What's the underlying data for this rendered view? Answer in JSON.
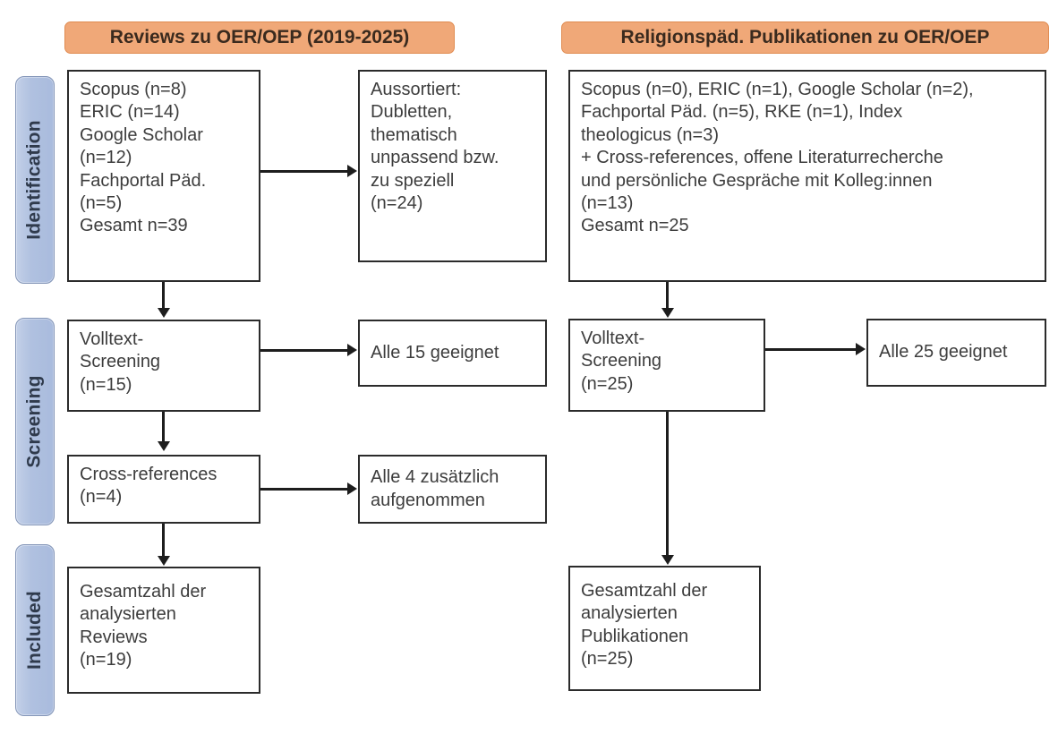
{
  "columns": [
    {
      "id": "reviews",
      "header": "Reviews zu OER/OEP (2019-2025)"
    },
    {
      "id": "religionspaed",
      "header": "Religionspäd. Publikationen zu OER/OEP"
    }
  ],
  "stages": [
    {
      "id": "identification",
      "label": "Identification"
    },
    {
      "id": "screening",
      "label": "Screening"
    },
    {
      "id": "included",
      "label": "Included"
    }
  ],
  "left": {
    "identification": {
      "lines": [
        "Scopus (n=8)",
        "ERIC (n=14)",
        "Google Scholar",
        "(n=12)",
        "Fachportal Päd.",
        "(n=5)",
        "Gesamt n=39"
      ]
    },
    "excluded": {
      "lines": [
        "Aussortiert:",
        "Dubletten,",
        "thematisch",
        "unpassend bzw.",
        "zu speziell",
        "(n=24)"
      ]
    },
    "fulltext": {
      "lines": [
        "Volltext-",
        "Screening",
        "(n=15)"
      ]
    },
    "fulltext_result": {
      "lines": [
        "Alle 15 geeignet"
      ]
    },
    "crossrefs": {
      "lines": [
        "Cross-references",
        "(n=4)"
      ]
    },
    "crossrefs_result": {
      "lines": [
        "Alle 4 zusätzlich",
        "aufgenommen"
      ]
    },
    "included": {
      "lines": [
        "Gesamtzahl der",
        "analysierten",
        "Reviews",
        "(n=19)"
      ]
    }
  },
  "right": {
    "identification": {
      "lines": [
        "Scopus (n=0), ERIC (n=1), Google Scholar (n=2),",
        "Fachportal Päd. (n=5), RKE (n=1), Index",
        "theologicus (n=3)",
        "+ Cross-references, offene Literaturrecherche",
        "und persönliche Gespräche mit Kolleg:innen",
        "(n=13)",
        "Gesamt n=25"
      ]
    },
    "fulltext": {
      "lines": [
        "Volltext-",
        "Screening",
        "(n=25)"
      ]
    },
    "fulltext_result": {
      "lines": [
        "Alle 25 geeignet"
      ]
    },
    "included": {
      "lines": [
        "Gesamtzahl der",
        "analysierten",
        "Publikationen",
        "(n=25)"
      ]
    }
  },
  "colors": {
    "header_banner": "#f0a878",
    "header_banner_border": "#e08c52",
    "stage_pill": "#b0c1e0",
    "stage_pill_border": "#8496b8",
    "box_border": "#2b2b2b",
    "connector": "#1d1d1d",
    "text": "#3d3d3d",
    "background": "#ffffff"
  },
  "chart_data": {
    "type": "diagram",
    "title": "PRISMA-style literature selection flow diagram",
    "nodes": [
      {
        "id": "L-identification",
        "column": "Reviews zu OER/OEP (2019-2025)",
        "stage": "Identification",
        "n": 39
      },
      {
        "id": "L-excluded",
        "column": "Reviews zu OER/OEP (2019-2025)",
        "stage": "Identification",
        "n": 24
      },
      {
        "id": "L-fulltext",
        "column": "Reviews zu OER/OEP (2019-2025)",
        "stage": "Screening",
        "n": 15
      },
      {
        "id": "L-crossrefs",
        "column": "Reviews zu OER/OEP (2019-2025)",
        "stage": "Screening",
        "n": 4
      },
      {
        "id": "L-included",
        "column": "Reviews zu OER/OEP (2019-2025)",
        "stage": "Included",
        "n": 19
      },
      {
        "id": "R-identification",
        "column": "Religionspäd. Publikationen zu OER/OEP",
        "stage": "Identification",
        "n": 25
      },
      {
        "id": "R-fulltext",
        "column": "Religionspäd. Publikationen zu OER/OEP",
        "stage": "Screening",
        "n": 25
      },
      {
        "id": "R-included",
        "column": "Religionspäd. Publikationen zu OER/OEP",
        "stage": "Included",
        "n": 25
      }
    ],
    "edges": [
      {
        "from": "L-identification",
        "to": "L-excluded"
      },
      {
        "from": "L-identification",
        "to": "L-fulltext"
      },
      {
        "from": "L-fulltext",
        "to": "L-fulltext-result"
      },
      {
        "from": "L-fulltext",
        "to": "L-crossrefs"
      },
      {
        "from": "L-crossrefs",
        "to": "L-crossrefs-result"
      },
      {
        "from": "L-crossrefs",
        "to": "L-included"
      },
      {
        "from": "R-identification",
        "to": "R-fulltext"
      },
      {
        "from": "R-fulltext",
        "to": "R-fulltext-result"
      },
      {
        "from": "R-fulltext",
        "to": "R-included"
      }
    ],
    "sources_left": [
      {
        "name": "Scopus",
        "n": 8
      },
      {
        "name": "ERIC",
        "n": 14
      },
      {
        "name": "Google Scholar",
        "n": 12
      },
      {
        "name": "Fachportal Päd.",
        "n": 5
      },
      {
        "name": "Gesamt",
        "n": 39
      }
    ],
    "sources_right": [
      {
        "name": "Scopus",
        "n": 0
      },
      {
        "name": "ERIC",
        "n": 1
      },
      {
        "name": "Google Scholar",
        "n": 2
      },
      {
        "name": "Fachportal Päd.",
        "n": 5
      },
      {
        "name": "RKE",
        "n": 1
      },
      {
        "name": "Index theologicus",
        "n": 3
      },
      {
        "name": "Cross-references, offene Literaturrecherche und persönliche Gespräche mit Kolleg:innen",
        "n": 13
      },
      {
        "name": "Gesamt",
        "n": 25
      }
    ]
  }
}
